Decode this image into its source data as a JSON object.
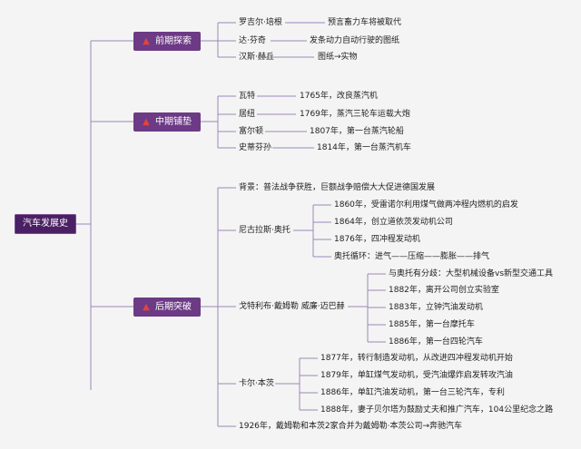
{
  "root": "汽车发展史",
  "phases": [
    {
      "label": "前期探索",
      "icon": "fire-icon"
    },
    {
      "label": "中期铺垫",
      "icon": "fire-icon"
    },
    {
      "label": "后期突破",
      "icon": "fire-icon"
    }
  ],
  "early": [
    {
      "name": "罗吉尔·培根",
      "desc": "预言畜力车将被取代"
    },
    {
      "name": "达·芬奇",
      "desc": "发条动力自动行驶的图纸"
    },
    {
      "name": "汉斯·赫丘",
      "desc": "图纸→实物"
    }
  ],
  "middle": [
    {
      "name": "瓦特",
      "desc": "1765年，改良蒸汽机"
    },
    {
      "name": "居纽",
      "desc": "1769年，蒸汽三轮车运载大炮"
    },
    {
      "name": "富尔顿",
      "desc": "1807年，第一台蒸汽轮船"
    },
    {
      "name": "史蒂芬孙",
      "desc": "1814年，第一台蒸汽机车"
    }
  ],
  "late": {
    "background": "背景：普法战争获胜，巨额战争赔偿大大促进德国发展",
    "otto": {
      "name": "尼古拉斯·奥托",
      "items": [
        "1860年，受雷诺尔利用煤气做两冲程内燃机的启发",
        "1864年，创立道依茨发动机公司",
        "1876年，四冲程发动机",
        "奥托循环：进气——压缩——膨胀——排气"
      ]
    },
    "daimler": {
      "name": "戈特利布·戴姆勒 威廉·迈巴赫",
      "items": [
        "与奥托有分歧：大型机械设备vs新型交通工具",
        "1882年，离开公司创立实验室",
        "1883年，立钟汽油发动机",
        "1885年，第一台摩托车",
        "1886年，第一台四轮汽车"
      ]
    },
    "benz": {
      "name": "卡尔·本茨",
      "items": [
        "1877年，转行制造发动机，从改进四冲程发动机开始",
        "1879年，单缸煤气发动机，受汽油爆炸启发转攻汽油",
        "1886年，单缸汽油发动机，第一台三轮汽车，专利",
        "1888年，妻子贝尔塔为鼓励丈夫和推广汽车，104公里纪念之路"
      ]
    },
    "merger": "1926年，戴姆勒和本茨2家合并为戴姆勒·本茨公司→奔驰汽车"
  }
}
